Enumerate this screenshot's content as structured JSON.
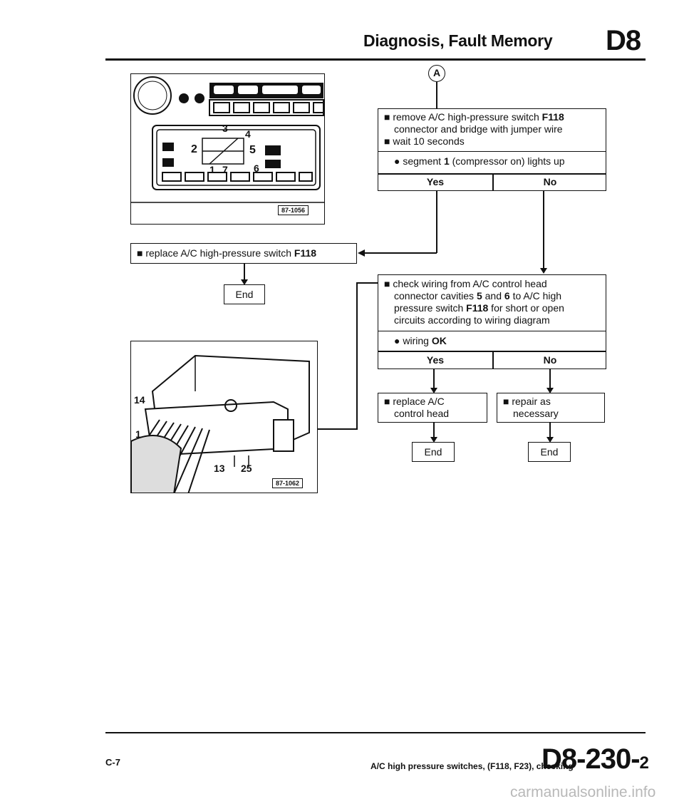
{
  "header": {
    "title": "Diagnosis, Fault Memory",
    "section": "D8"
  },
  "step_label": "A",
  "figure1": {
    "ref": "87-1056",
    "labels": [
      "1",
      "2",
      "3",
      "4",
      "5",
      "6",
      "7"
    ]
  },
  "figure2": {
    "ref": "87-1062",
    "labels": [
      "14",
      "1",
      "13",
      "25"
    ]
  },
  "box1": {
    "line1": "■ remove A/C high-pressure switch ",
    "line1_b": "F118",
    "line2": "connector and bridge with jumper wire",
    "line3": "■ wait 10 seconds"
  },
  "q1": {
    "pre": "● segment ",
    "num": "1",
    "post": " (compressor on) lights up",
    "yes": "Yes",
    "no": "No"
  },
  "replace_switch": {
    "text": "■ replace A/C high-pressure switch ",
    "code": "F118"
  },
  "end_label": "End",
  "box2": {
    "l1": "■ check wiring from A/C control head",
    "l2a": "connector cavities ",
    "l2b": "5",
    "l2c": " and ",
    "l2d": "6",
    "l2e": " to A/C high",
    "l3a": "pressure switch ",
    "l3b": "F118",
    "l3c": " for short or open",
    "l4": "circuits according to wiring diagram"
  },
  "q2": {
    "pre": "● wiring ",
    "val": "OK",
    "yes": "Yes",
    "no": "No"
  },
  "replace_head": {
    "l1": "■ replace A/C",
    "l2": "control head"
  },
  "repair": {
    "l1": "■ repair as",
    "l2": "necessary"
  },
  "footer": {
    "page_left": "C-7",
    "caption": "A/C high pressure switches, (F118, F23), checking",
    "code": "D8-230-",
    "code_suffix": "2"
  },
  "watermark": "carmanualsonline.info"
}
